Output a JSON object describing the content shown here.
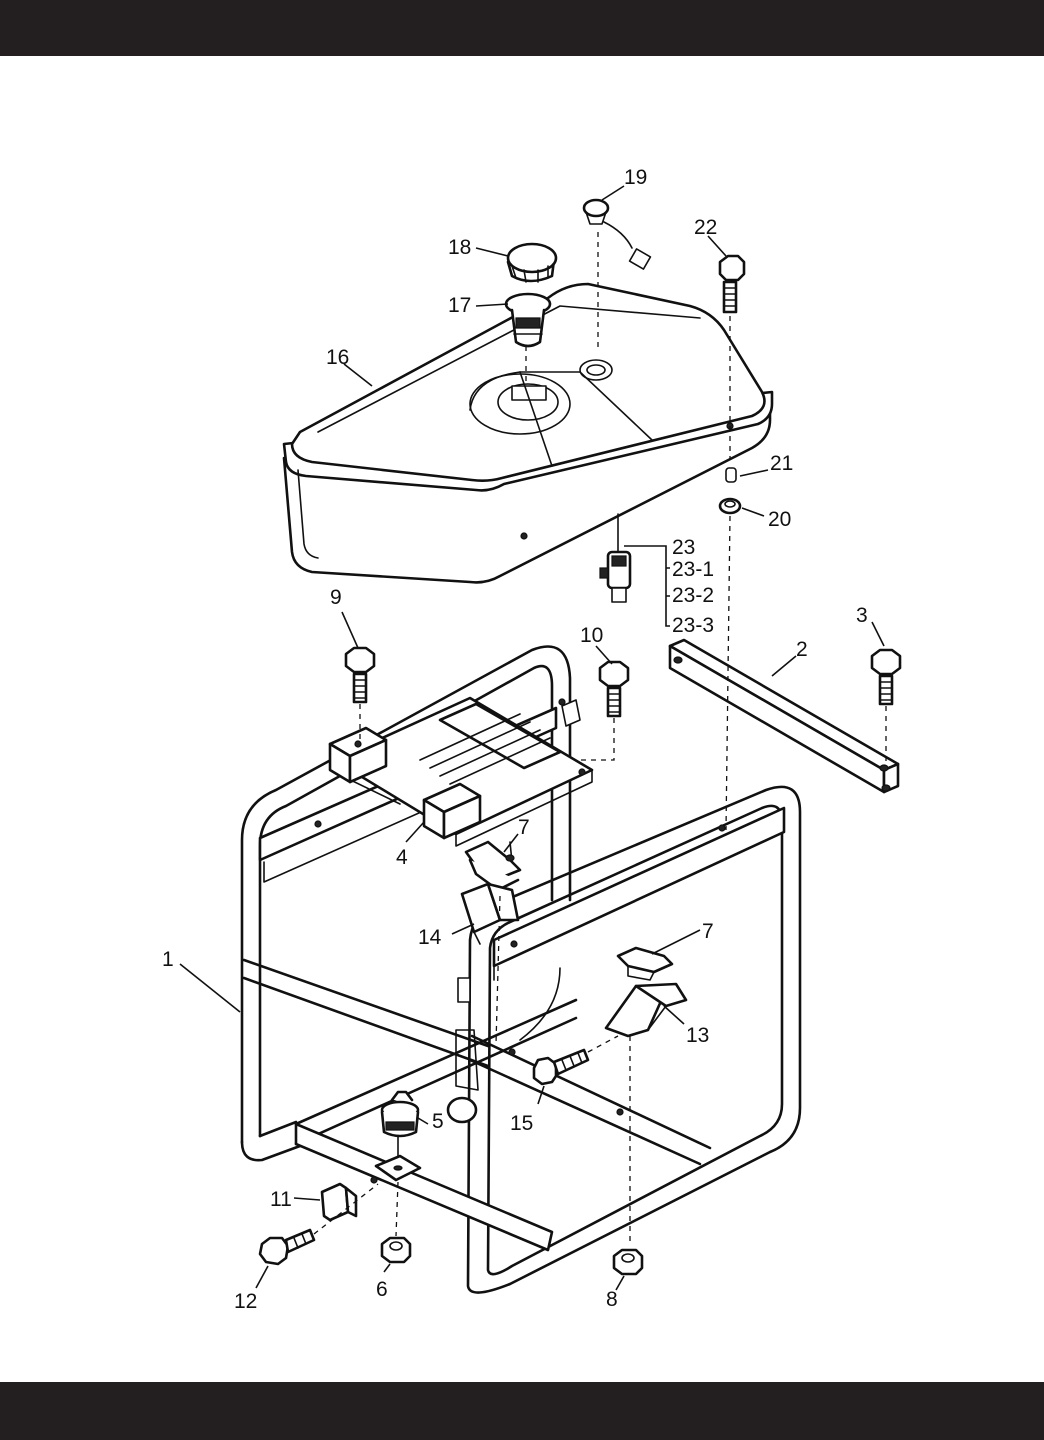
{
  "header_bar": {
    "color": "#231f20"
  },
  "footer_bar": {
    "color": "#231f20"
  },
  "callouts": [
    {
      "id": "c1",
      "label": "1"
    },
    {
      "id": "c2",
      "label": "2"
    },
    {
      "id": "c3",
      "label": "3"
    },
    {
      "id": "c4",
      "label": "4"
    },
    {
      "id": "c5",
      "label": "5"
    },
    {
      "id": "c6",
      "label": "6"
    },
    {
      "id": "c7a",
      "label": "7"
    },
    {
      "id": "c7b",
      "label": "7"
    },
    {
      "id": "c8",
      "label": "8"
    },
    {
      "id": "c9",
      "label": "9"
    },
    {
      "id": "c10",
      "label": "10"
    },
    {
      "id": "c11",
      "label": "11"
    },
    {
      "id": "c12",
      "label": "12"
    },
    {
      "id": "c13",
      "label": "13"
    },
    {
      "id": "c14",
      "label": "14"
    },
    {
      "id": "c15",
      "label": "15"
    },
    {
      "id": "c16",
      "label": "16"
    },
    {
      "id": "c17",
      "label": "17"
    },
    {
      "id": "c18",
      "label": "18"
    },
    {
      "id": "c19",
      "label": "19"
    },
    {
      "id": "c20",
      "label": "20"
    },
    {
      "id": "c21",
      "label": "21"
    },
    {
      "id": "c22",
      "label": "22"
    },
    {
      "id": "c23",
      "label": "23"
    },
    {
      "id": "c23_1",
      "label": "23-1"
    },
    {
      "id": "c23_2",
      "label": "23-2"
    },
    {
      "id": "c23_3",
      "label": "23-3"
    }
  ]
}
